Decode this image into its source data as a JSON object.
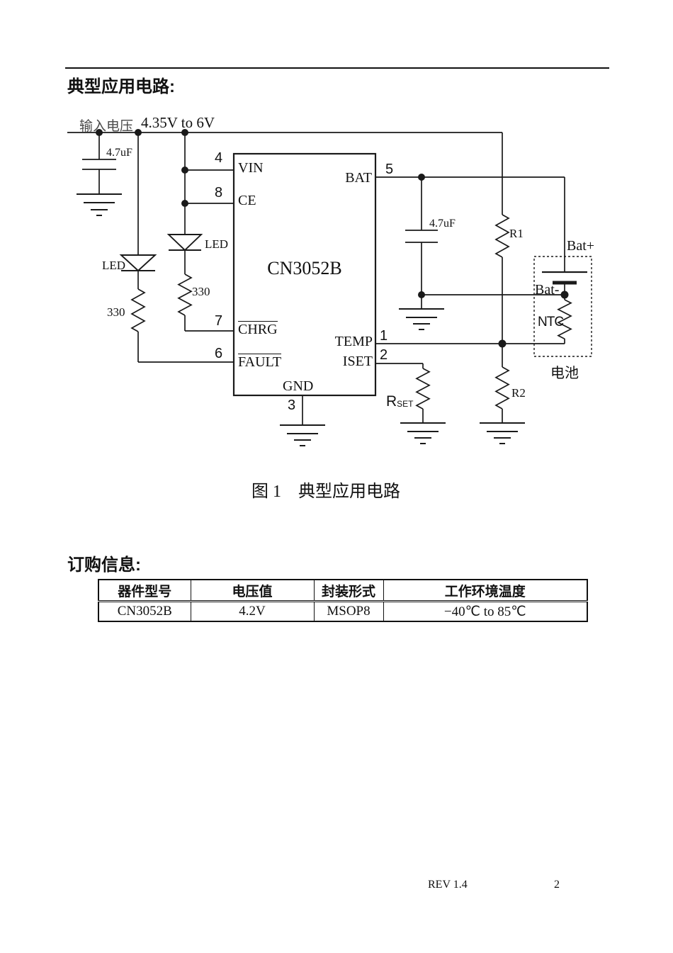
{
  "page": {
    "title_application": "典型应用电路:",
    "figure_caption": "图 1    典型应用电路",
    "title_ordering": "订购信息:",
    "footer_rev": "REV 1.4",
    "footer_page": "2"
  },
  "circuit": {
    "input_voltage_label": "输入电压",
    "input_voltage_range": "4.35V to 6V",
    "input_capacitor_value": "4.7uF",
    "bat_capacitor_value": "4.7uF",
    "led_left_label": "LED",
    "led_right_label": "LED",
    "resistor_led_left_value": "330",
    "resistor_led_right_value": "330",
    "ic_name": "CN3052B",
    "pins": {
      "vin": {
        "num": "4",
        "label": "VIN"
      },
      "ce": {
        "num": "8",
        "label": "CE"
      },
      "chrg": {
        "num": "7",
        "label": "CHRG"
      },
      "fault": {
        "num": "6",
        "label": "FAULT"
      },
      "gnd": {
        "num": "3",
        "label": "GND"
      },
      "bat": {
        "num": "5",
        "label": "BAT"
      },
      "temp": {
        "num": "1",
        "label": "TEMP"
      },
      "iset": {
        "num": "2",
        "label": "ISET"
      }
    },
    "r1_label": "R1",
    "r2_label": "R2",
    "rset_base": "R",
    "rset_sub": "SET",
    "bat_plus_label": "Bat+",
    "bat_minus_label": "Bat-",
    "ntc_label": "NTC",
    "battery_box_label": "电池"
  },
  "table": {
    "headers": [
      "器件型号",
      "电压值",
      "封装形式",
      "工作环境温度"
    ],
    "row": [
      "CN3052B",
      "4.2V",
      "MSOP8",
      "−40℃  to 85℃"
    ]
  }
}
